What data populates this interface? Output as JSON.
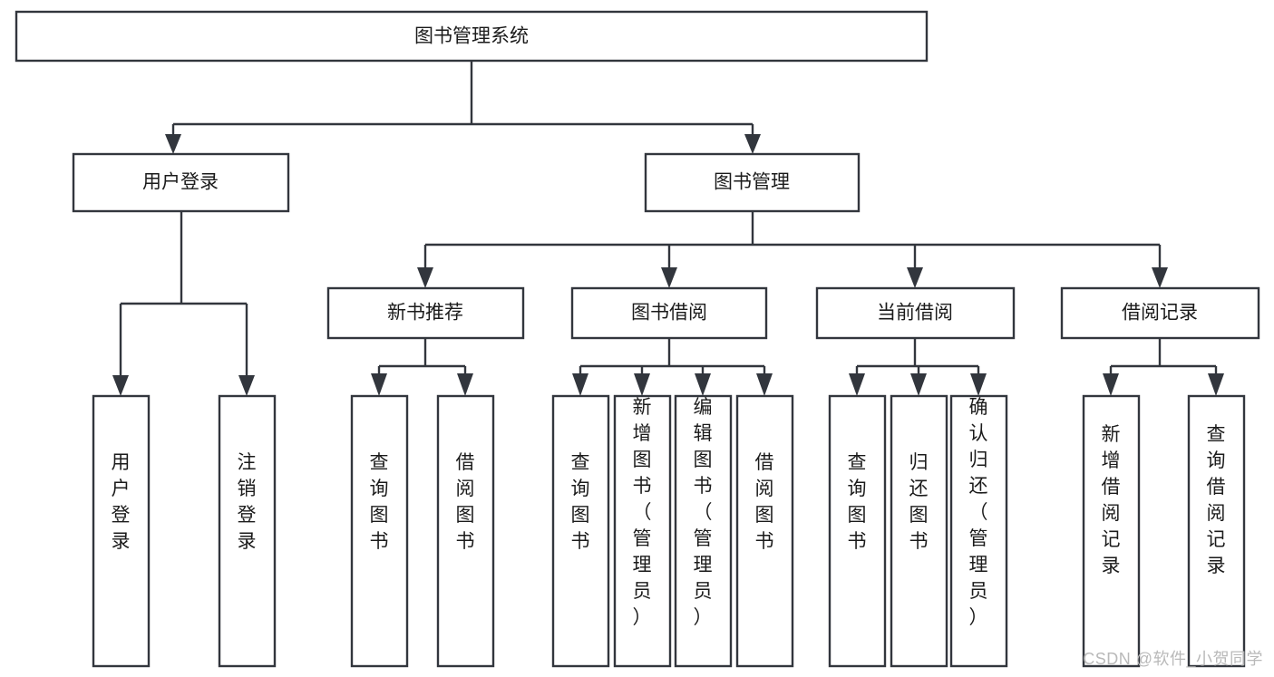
{
  "diagram": {
    "type": "tree-hierarchy",
    "title": "图书管理系统",
    "orientation": "top-down",
    "style": {
      "box_fill": "#ffffff",
      "box_stroke": "#32363d",
      "text_color": "#1b1b1b",
      "watermark_color": "#b9b9b9",
      "background": "#ffffff"
    },
    "levels": [
      {
        "level": 1,
        "nodes": [
          {
            "id": "root",
            "label": "图书管理系统",
            "orientation": "horizontal"
          }
        ]
      },
      {
        "level": 2,
        "nodes": [
          {
            "id": "login",
            "label": "用户登录",
            "orientation": "horizontal",
            "parent": "root"
          },
          {
            "id": "bookmgmt",
            "label": "图书管理",
            "orientation": "horizontal",
            "parent": "root"
          }
        ]
      },
      {
        "level": 3,
        "nodes": [
          {
            "id": "newbook",
            "label": "新书推荐",
            "orientation": "horizontal",
            "parent": "bookmgmt"
          },
          {
            "id": "borrow",
            "label": "图书借阅",
            "orientation": "horizontal",
            "parent": "bookmgmt"
          },
          {
            "id": "current",
            "label": "当前借阅",
            "orientation": "horizontal",
            "parent": "bookmgmt"
          },
          {
            "id": "records",
            "label": "借阅记录",
            "orientation": "horizontal",
            "parent": "bookmgmt"
          }
        ]
      },
      {
        "level": 4,
        "nodes": [
          {
            "id": "leaf-user-login",
            "label": "用户登录",
            "orientation": "vertical",
            "parent": "login"
          },
          {
            "id": "leaf-user-logout",
            "label": "注销登录",
            "orientation": "vertical",
            "parent": "login"
          },
          {
            "id": "leaf-query-book-1",
            "label": "查询图书",
            "orientation": "vertical",
            "parent": "newbook"
          },
          {
            "id": "leaf-borrow-book-1",
            "label": "借阅图书",
            "orientation": "vertical",
            "parent": "newbook"
          },
          {
            "id": "leaf-query-book-2",
            "label": "查询图书",
            "orientation": "vertical",
            "parent": "borrow"
          },
          {
            "id": "leaf-add-book",
            "label": "新增图书（管理员）",
            "orientation": "vertical",
            "parent": "borrow"
          },
          {
            "id": "leaf-edit-book",
            "label": "编辑图书（管理员）",
            "orientation": "vertical",
            "parent": "borrow"
          },
          {
            "id": "leaf-borrow-book-2",
            "label": "借阅图书",
            "orientation": "vertical",
            "parent": "borrow"
          },
          {
            "id": "leaf-query-book-3",
            "label": "查询图书",
            "orientation": "vertical",
            "parent": "current"
          },
          {
            "id": "leaf-return-book",
            "label": "归还图书",
            "orientation": "vertical",
            "parent": "current"
          },
          {
            "id": "leaf-confirm-return",
            "label": "确认归还（管理员）",
            "orientation": "vertical",
            "parent": "current"
          },
          {
            "id": "leaf-add-record",
            "label": "新增借阅记录",
            "orientation": "vertical",
            "parent": "records"
          },
          {
            "id": "leaf-query-record",
            "label": "查询借阅记录",
            "orientation": "vertical",
            "parent": "records"
          }
        ]
      }
    ]
  },
  "watermark": {
    "text": "CSDN @软件_小贺同学"
  }
}
